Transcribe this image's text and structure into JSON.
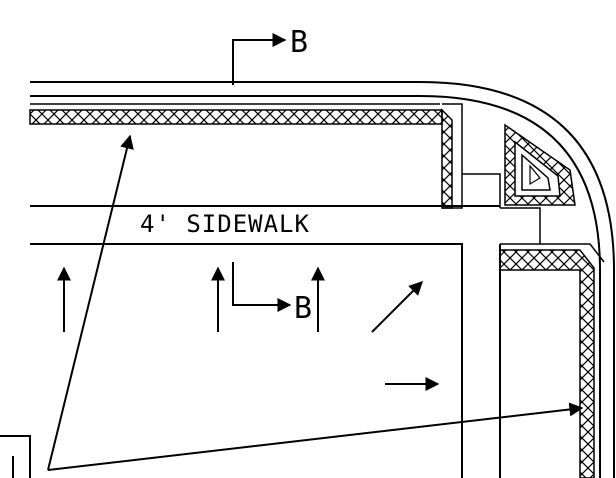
{
  "labels": {
    "section_top": "B",
    "sidewalk": "4' SIDEWALK",
    "section_mid": "B"
  },
  "colors": {
    "line": "#000000",
    "background": "#ffffff"
  }
}
